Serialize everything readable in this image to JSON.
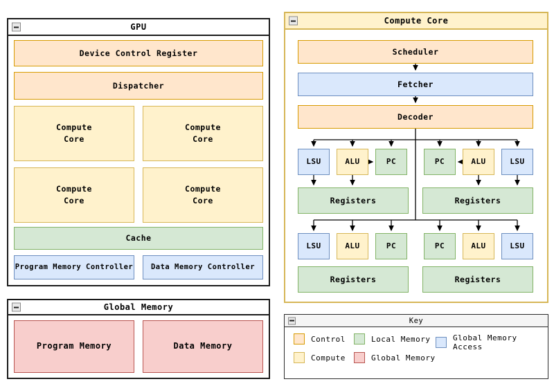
{
  "gpu": {
    "title": "GPU",
    "device_control_register": "Device Control Register",
    "dispatcher": "Dispatcher",
    "compute_core": "Compute\nCore",
    "cache": "Cache",
    "program_memory_controller": "Program Memory Controller",
    "data_memory_controller": "Data Memory Controller"
  },
  "global_memory": {
    "title": "Global Memory",
    "program_memory": "Program Memory",
    "data_memory": "Data Memory"
  },
  "compute_core": {
    "title": "Compute Core",
    "scheduler": "Scheduler",
    "fetcher": "Fetcher",
    "decoder": "Decoder",
    "registers": "Registers",
    "row1_left": [
      "LSU",
      "ALU",
      "PC"
    ],
    "row1_right": [
      "PC",
      "ALU",
      "LSU"
    ],
    "row2_left": [
      "LSU",
      "ALU",
      "PC"
    ],
    "row2_right": [
      "PC",
      "ALU",
      "LSU"
    ]
  },
  "key": {
    "title": "Key",
    "items": [
      {
        "label": "Control",
        "fill": "#FFE6CC",
        "stroke": "#D79B00"
      },
      {
        "label": "Local Memory",
        "fill": "#D5E8D4",
        "stroke": "#82B366"
      },
      {
        "label": "Global Memory Access",
        "fill": "#DAE8FC",
        "stroke": "#6C8EBF"
      },
      {
        "label": "Compute",
        "fill": "#FFF2CC",
        "stroke": "#D6B656"
      },
      {
        "label": "Global Memory",
        "fill": "#F8CECC",
        "stroke": "#B85450"
      }
    ]
  },
  "colors": {
    "arrow": "#000000",
    "panel_border": "#1a1a1a",
    "gold_border": "#D6B656"
  }
}
